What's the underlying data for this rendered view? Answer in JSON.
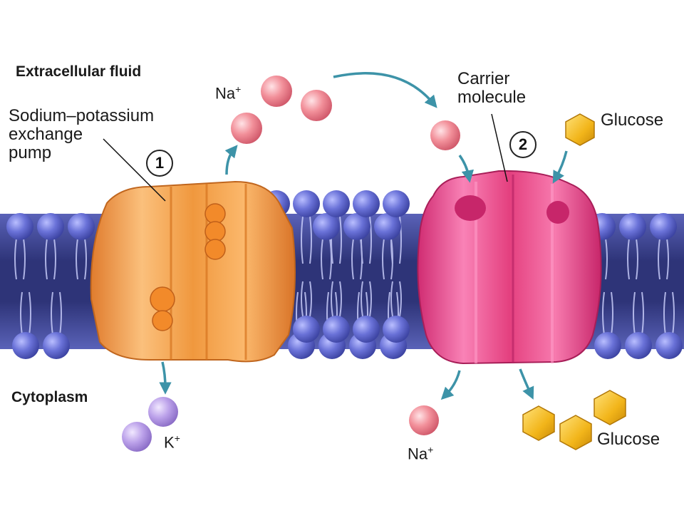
{
  "labels": {
    "extracellular": "Extracellular fluid",
    "cytoplasm": "Cytoplasm",
    "pump_line1": "Sodium–potassium",
    "pump_line2": "exchange",
    "pump_line3": "pump",
    "carrier_line1": "Carrier",
    "carrier_line2": "molecule",
    "na_top": "Na",
    "na_bottom": "Na",
    "k": "K",
    "charge": "+",
    "glucose_top": "Glucose",
    "glucose_bottom": "Glucose",
    "step1": "1",
    "step2": "2"
  },
  "colors": {
    "membrane_band": "#3a3f8f",
    "phospholipid_head": "#6670d6",
    "pump_protein": "#f0a050",
    "carrier_protein": "#e8478c",
    "sodium_ion": "#f28a93",
    "potassium_ion": "#b79ce6",
    "glucose": "#f2b51a",
    "arrow": "#3d93a8"
  }
}
